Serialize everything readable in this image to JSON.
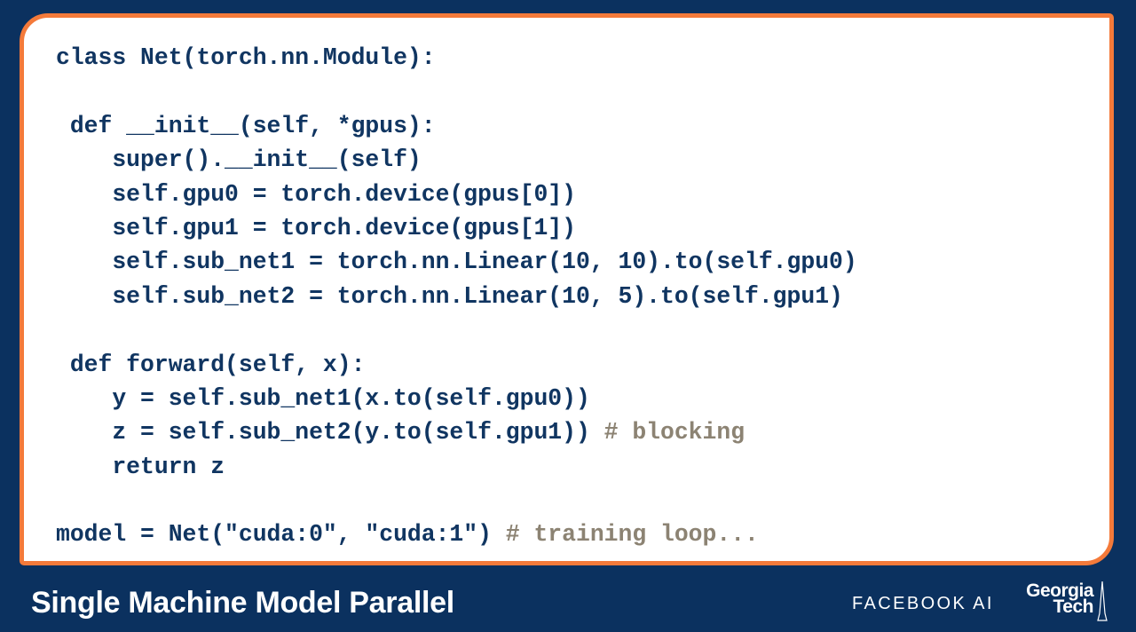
{
  "code_lines": [
    {
      "code": "class Net(torch.nn.Module):",
      "comment": ""
    },
    {
      "code": "",
      "comment": ""
    },
    {
      "code": " def __init__(self, *gpus):",
      "comment": ""
    },
    {
      "code": "    super().__init__(self)",
      "comment": ""
    },
    {
      "code": "    self.gpu0 = torch.device(gpus[0])",
      "comment": ""
    },
    {
      "code": "    self.gpu1 = torch.device(gpus[1])",
      "comment": ""
    },
    {
      "code": "    self.sub_net1 = torch.nn.Linear(10, 10).to(self.gpu0)",
      "comment": ""
    },
    {
      "code": "    self.sub_net2 = torch.nn.Linear(10, 5).to(self.gpu1)",
      "comment": ""
    },
    {
      "code": "",
      "comment": ""
    },
    {
      "code": " def forward(self, x):",
      "comment": ""
    },
    {
      "code": "    y = self.sub_net1(x.to(self.gpu0))",
      "comment": ""
    },
    {
      "code": "    z = self.sub_net2(y.to(self.gpu1)) ",
      "comment": "# blocking"
    },
    {
      "code": "    return z",
      "comment": ""
    },
    {
      "code": "",
      "comment": ""
    },
    {
      "code": "model = Net(\"cuda:0\", \"cuda:1\") ",
      "comment": "# training loop..."
    }
  ],
  "footer": {
    "title": "Single Machine Model Parallel",
    "facebook_logo": "FACEBOOK AI",
    "gt_logo_line1": "Georgia",
    "gt_logo_line2": "Tech"
  },
  "colors": {
    "background": "#0b315f",
    "accent": "#f47a3a",
    "code": "#103561",
    "comment": "#8c8373"
  }
}
